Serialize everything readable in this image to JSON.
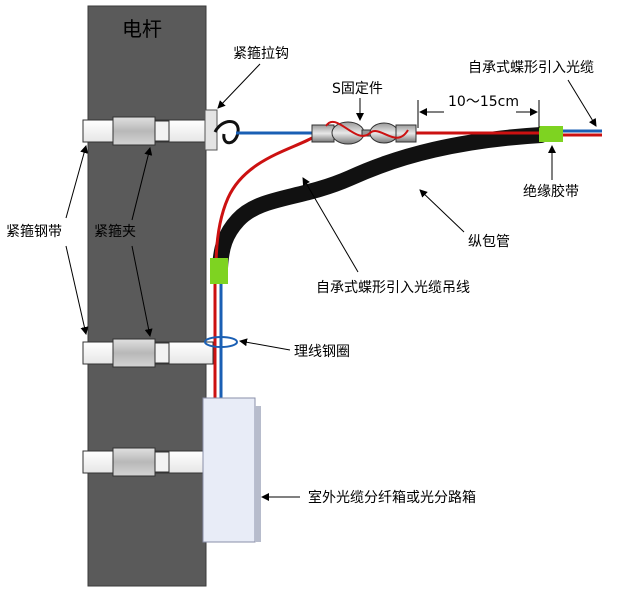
{
  "diagram": {
    "pole_label": "电杆",
    "hoop_hook_label": "紧箍拉钩",
    "s_fixture_label": "S固定件",
    "distance_label": "10～15cm",
    "cable_label": "自承式蝶形引入光缆",
    "insulating_tape_label": "绝缘胶带",
    "longitudinal_wrap_label": "纵包管",
    "messenger_wire_label": "自承式蝶形引入光缆吊线",
    "hoop_steel_band_label": "紧箍钢带",
    "hoop_clamp_label": "紧箍夹",
    "wire_management_ring_label": "理线钢圈",
    "distribution_box_label": "室外光缆分纤箱或光分路箱"
  },
  "colors": {
    "pole": "#5a5a5a",
    "cable_red": "#cc1111",
    "cable_blue": "#1a5fb4",
    "wrap_tube": "#111111",
    "insulating_tape": "#7ed321",
    "box": "#e8ecf7"
  }
}
